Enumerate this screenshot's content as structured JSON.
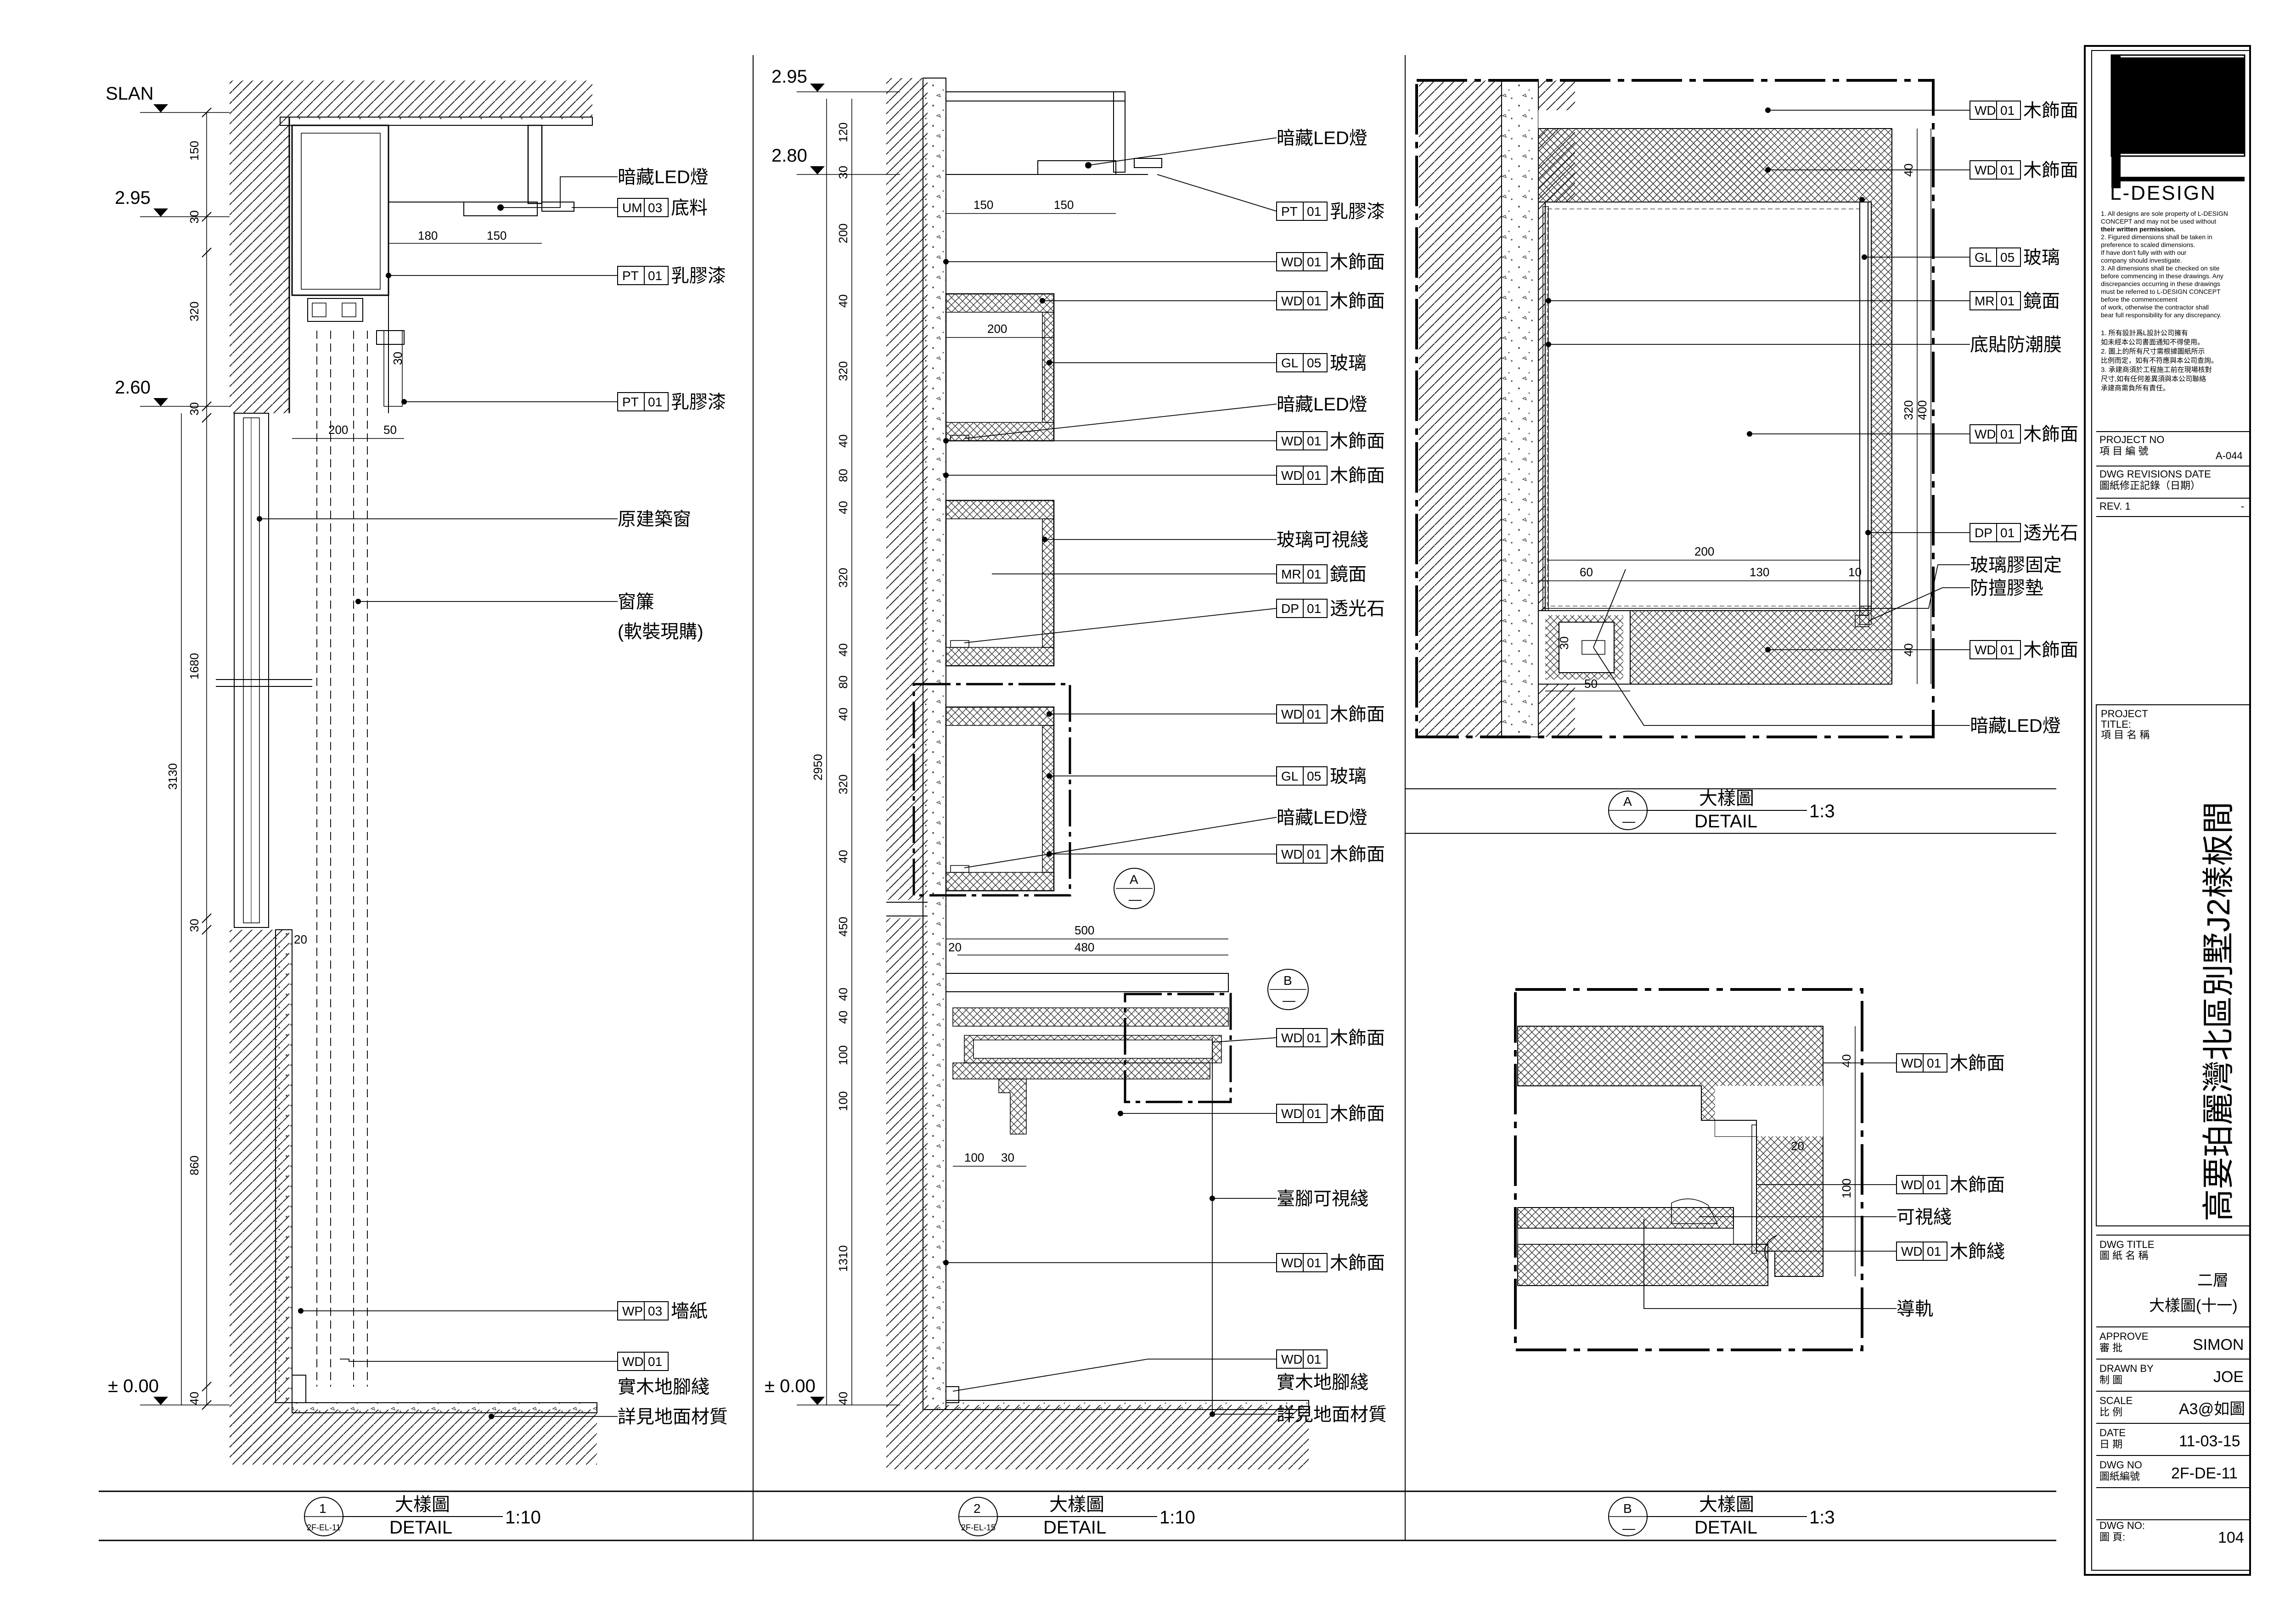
{
  "levels": {
    "d1": [
      "SLAN",
      "2.95",
      "2.60",
      "± 0.00"
    ],
    "d2": [
      "2.95",
      "2.80",
      "± 0.00"
    ]
  },
  "dims": {
    "d1_vertical": [
      "150",
      "30",
      "320",
      "30",
      "1680",
      "30",
      "860",
      "40",
      "3130"
    ],
    "d1_horizontal": [
      "180",
      "150",
      "200",
      "50",
      "30",
      "20"
    ],
    "d2_vertical": [
      "120",
      "30",
      "200",
      "40",
      "320",
      "40",
      "80",
      "40",
      "320",
      "40",
      "80",
      "40",
      "320",
      "40",
      "450",
      "40",
      "40",
      "100",
      "100",
      "1310",
      "40",
      "2950"
    ],
    "d2_horizontal": [
      "150",
      "150",
      "200",
      "500",
      "480",
      "20",
      "100",
      "30"
    ],
    "dA": [
      "40",
      "320",
      "400",
      "200",
      "60",
      "130",
      "10",
      "30",
      "50",
      "40"
    ],
    "dB": [
      "40",
      "20",
      "100"
    ]
  },
  "callouts": {
    "d1": [
      {
        "code": "",
        "num": "",
        "text": "暗藏LED燈"
      },
      {
        "code": "UM",
        "num": "03",
        "text": "底料"
      },
      {
        "code": "PT",
        "num": "01",
        "text": "乳膠漆"
      },
      {
        "code": "PT",
        "num": "01",
        "text": "乳膠漆"
      },
      {
        "code": "",
        "num": "",
        "text": "原建築窗"
      },
      {
        "code": "",
        "num": "",
        "text": "窗簾"
      },
      {
        "code": "",
        "num": "",
        "text": "(軟裝現購)"
      },
      {
        "code": "WP",
        "num": "03",
        "text": "墻紙"
      },
      {
        "code": "WD",
        "num": "01",
        "text": ""
      },
      {
        "code": "",
        "num": "",
        "text": "實木地腳綫"
      },
      {
        "code": "",
        "num": "",
        "text": "詳見地面材質"
      }
    ],
    "d2": [
      {
        "code": "",
        "num": "",
        "text": "暗藏LED燈"
      },
      {
        "code": "PT",
        "num": "01",
        "text": "乳膠漆"
      },
      {
        "code": "WD",
        "num": "01",
        "text": "木飾面"
      },
      {
        "code": "WD",
        "num": "01",
        "text": "木飾面"
      },
      {
        "code": "GL",
        "num": "05",
        "text": "玻璃"
      },
      {
        "code": "",
        "num": "",
        "text": "暗藏LED燈"
      },
      {
        "code": "WD",
        "num": "01",
        "text": "木飾面"
      },
      {
        "code": "WD",
        "num": "01",
        "text": "木飾面"
      },
      {
        "code": "",
        "num": "",
        "text": "玻璃可視綫"
      },
      {
        "code": "MR",
        "num": "01",
        "text": "鏡面"
      },
      {
        "code": "DP",
        "num": "01",
        "text": "透光石"
      },
      {
        "code": "WD",
        "num": "01",
        "text": "木飾面"
      },
      {
        "code": "GL",
        "num": "05",
        "text": "玻璃"
      },
      {
        "code": "",
        "num": "",
        "text": "暗藏LED燈"
      },
      {
        "code": "WD",
        "num": "01",
        "text": "木飾面"
      },
      {
        "code": "WD",
        "num": "01",
        "text": "木飾面"
      },
      {
        "code": "WD",
        "num": "01",
        "text": "木飾面"
      },
      {
        "code": "",
        "num": "",
        "text": "臺腳可視綫"
      },
      {
        "code": "WD",
        "num": "01",
        "text": "木飾面"
      },
      {
        "code": "WD",
        "num": "01",
        "text": ""
      },
      {
        "code": "",
        "num": "",
        "text": "實木地腳綫"
      },
      {
        "code": "",
        "num": "",
        "text": "詳見地面材質"
      }
    ],
    "dA": [
      {
        "code": "WD",
        "num": "01",
        "text": "木飾面"
      },
      {
        "code": "WD",
        "num": "01",
        "text": "木飾面"
      },
      {
        "code": "GL",
        "num": "05",
        "text": "玻璃"
      },
      {
        "code": "MR",
        "num": "01",
        "text": "鏡面"
      },
      {
        "code": "",
        "num": "",
        "text": "底貼防潮膜"
      },
      {
        "code": "WD",
        "num": "01",
        "text": "木飾面"
      },
      {
        "code": "DP",
        "num": "01",
        "text": "透光石"
      },
      {
        "code": "",
        "num": "",
        "text": "玻璃膠固定"
      },
      {
        "code": "",
        "num": "",
        "text": "防擅膠墊"
      },
      {
        "code": "WD",
        "num": "01",
        "text": "木飾面"
      },
      {
        "code": "",
        "num": "",
        "text": "暗藏LED燈"
      }
    ],
    "dB": [
      {
        "code": "WD",
        "num": "01",
        "text": "木飾面"
      },
      {
        "code": "WD",
        "num": "01",
        "text": "木飾面"
      },
      {
        "code": "",
        "num": "",
        "text": "可視綫"
      },
      {
        "code": "WD",
        "num": "01",
        "text": "木飾綫"
      },
      {
        "code": "",
        "num": "",
        "text": "導軌"
      }
    ]
  },
  "markers": {
    "A": "A",
    "B": "B",
    "dash": "—"
  },
  "titles": [
    {
      "num": "1",
      "ref": "2F-EL-11",
      "cn": "大樣圖",
      "en": "DETAIL",
      "scale": "1:10"
    },
    {
      "num": "2",
      "ref": "2F-EL-15",
      "cn": "大樣圖",
      "en": "DETAIL",
      "scale": "1:10"
    },
    {
      "num": "A",
      "ref": "—",
      "cn": "大樣圖",
      "en": "DETAIL",
      "scale": "1:3"
    },
    {
      "num": "B",
      "ref": "—",
      "cn": "大樣圖",
      "en": "DETAIL",
      "scale": "1:3"
    }
  ],
  "title_block": {
    "brand": "L-DESIGN",
    "notes_en": [
      "1. All designs are sole property of L-DESIGN",
      "CONCEPT and may not be used without",
      "their written permission.",
      "2. Figured dimensions shall be taken in",
      "preference to scaled dimensions.",
      "If have don't fully with with our",
      "company should investigate.",
      "3. All dimensions shall be checked on site",
      "before commencing in these drawings. Any",
      "discrepancies occurring in these drawings",
      "must be referred to L-DESIGN CONCEPT",
      "before the commencement",
      "of work, otherwise the contractor shall",
      "bear full responsibility for any discrepancy."
    ],
    "notes_cn": [
      "1. 所有設計爲L設計公司擁有",
      "如未經本公司書面通知不得使用。",
      "2. 圖上的所有尺寸需根據圖紙所示",
      "比例而定，如有不符應與本公司查詢。",
      "3. 承建商須於工程施工前在現場核對",
      "尺寸,如有任何差異須與本公司聯絡",
      "承建商需負所有責任。"
    ],
    "project_no_label": "PROJECT NO",
    "project_no_label_cn": "項 目 編 號",
    "project_no": "A-044",
    "revisions_label": "DWG REVISIONS DATE",
    "revisions_label_cn": "圖紙修正記錄（日期）",
    "rev": "REV. 1",
    "rev_value": "-",
    "project_title_label": "PROJECT",
    "project_title_label2": "TITLE:",
    "project_title_label_cn": "項 目 名 稱",
    "project_title": "高要珀麗灣北區別墅J2樣板間",
    "dwg_title_label": "DWG TITLE",
    "dwg_title_label_cn": "圖 紙 名 稱",
    "dwg_title_1": "二層",
    "dwg_title_2": "大樣圖(十一)",
    "approve_label": "APPROVE",
    "approve_label_cn": "審 批",
    "approve": "SIMON",
    "drawn_label": "DRAWN BY",
    "drawn_label_cn": "制 圖",
    "drawn": "JOE",
    "scale_label": "SCALE",
    "scale_label_cn": "比 例",
    "scale": "A3@如圖",
    "date_label": "DATE",
    "date_label_cn": "日 期",
    "date": "11-03-15",
    "dwg_no_label": "DWG NO",
    "dwg_no_label_cn": "圖紙編號",
    "dwg_no": "2F-DE-11",
    "page_label": "DWG NO:",
    "page_label_cn": "圖 頁:",
    "page": "104"
  }
}
